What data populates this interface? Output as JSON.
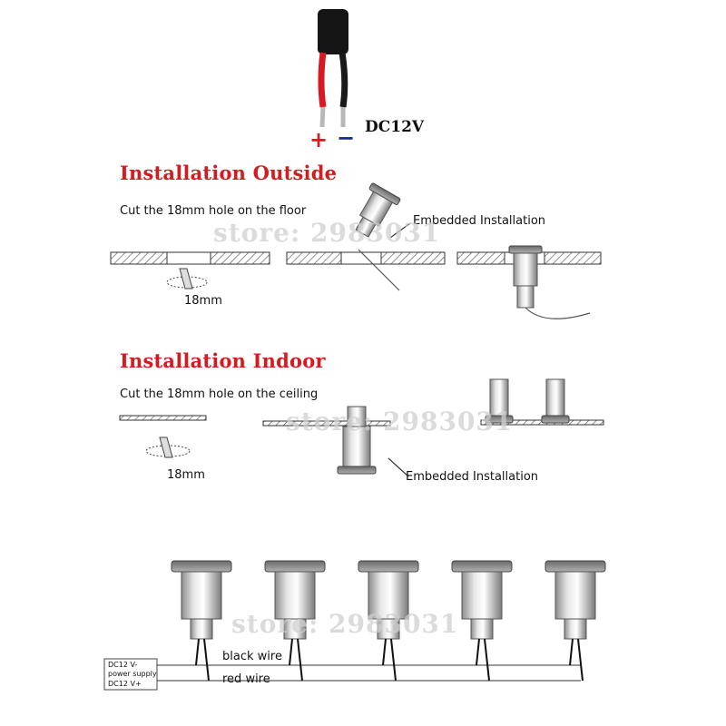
{
  "power": {
    "plus": "+",
    "minus": "−",
    "voltage": "DC12V"
  },
  "outside": {
    "title": "Installation Outside",
    "instruction": "Cut the 18mm hole on the floor",
    "label": "Embedded Installation",
    "hole_size": "18mm"
  },
  "indoor": {
    "title": "Installation Indoor",
    "instruction": "Cut the 18mm hole on the ceiling",
    "label": "Embedded Installation",
    "hole_size": "18mm"
  },
  "wiring": {
    "black_wire": "black wire",
    "red_wire": "red wire",
    "supply_top": "DC12 V-",
    "supply_mid": "power supply",
    "supply_bottom": "DC12 V+",
    "light_count": 5
  },
  "watermark": "store: 2983031",
  "colors": {
    "heading": "#d71920",
    "plus": "#d71920",
    "minus": "#1a2a8c"
  }
}
